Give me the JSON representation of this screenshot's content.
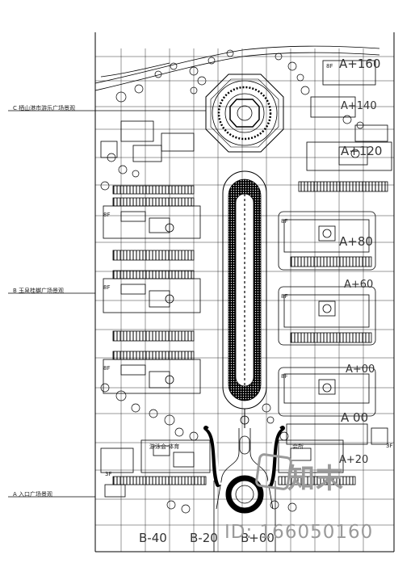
{
  "sections": [
    {
      "id": "C",
      "label": "C  栖山港市游乐广场景观"
    },
    {
      "id": "B",
      "label": "B  玉泉桂樾广场景观"
    },
    {
      "id": "A",
      "label": "A  入口广场景观"
    }
  ],
  "grid_labels": {
    "right": [
      "A+160",
      "A+140",
      "A+120",
      "A+80",
      "A+60",
      "A+00",
      "A 00",
      "A+20"
    ],
    "bottom": [
      "B-40",
      "B-20",
      "B+00"
    ]
  },
  "building_tags": [
    "8F",
    "8F",
    "8F",
    "8F",
    "8F",
    "8F",
    "8F",
    "3F",
    "3F"
  ],
  "plaza_text": [
    "游泳会·体育",
    "会所"
  ],
  "watermark": {
    "brand": "知末",
    "id": "ID: 166050160"
  },
  "colors": {
    "line": "#000000",
    "fill_dark": "#111111",
    "watermark": "#9a9a9a"
  }
}
